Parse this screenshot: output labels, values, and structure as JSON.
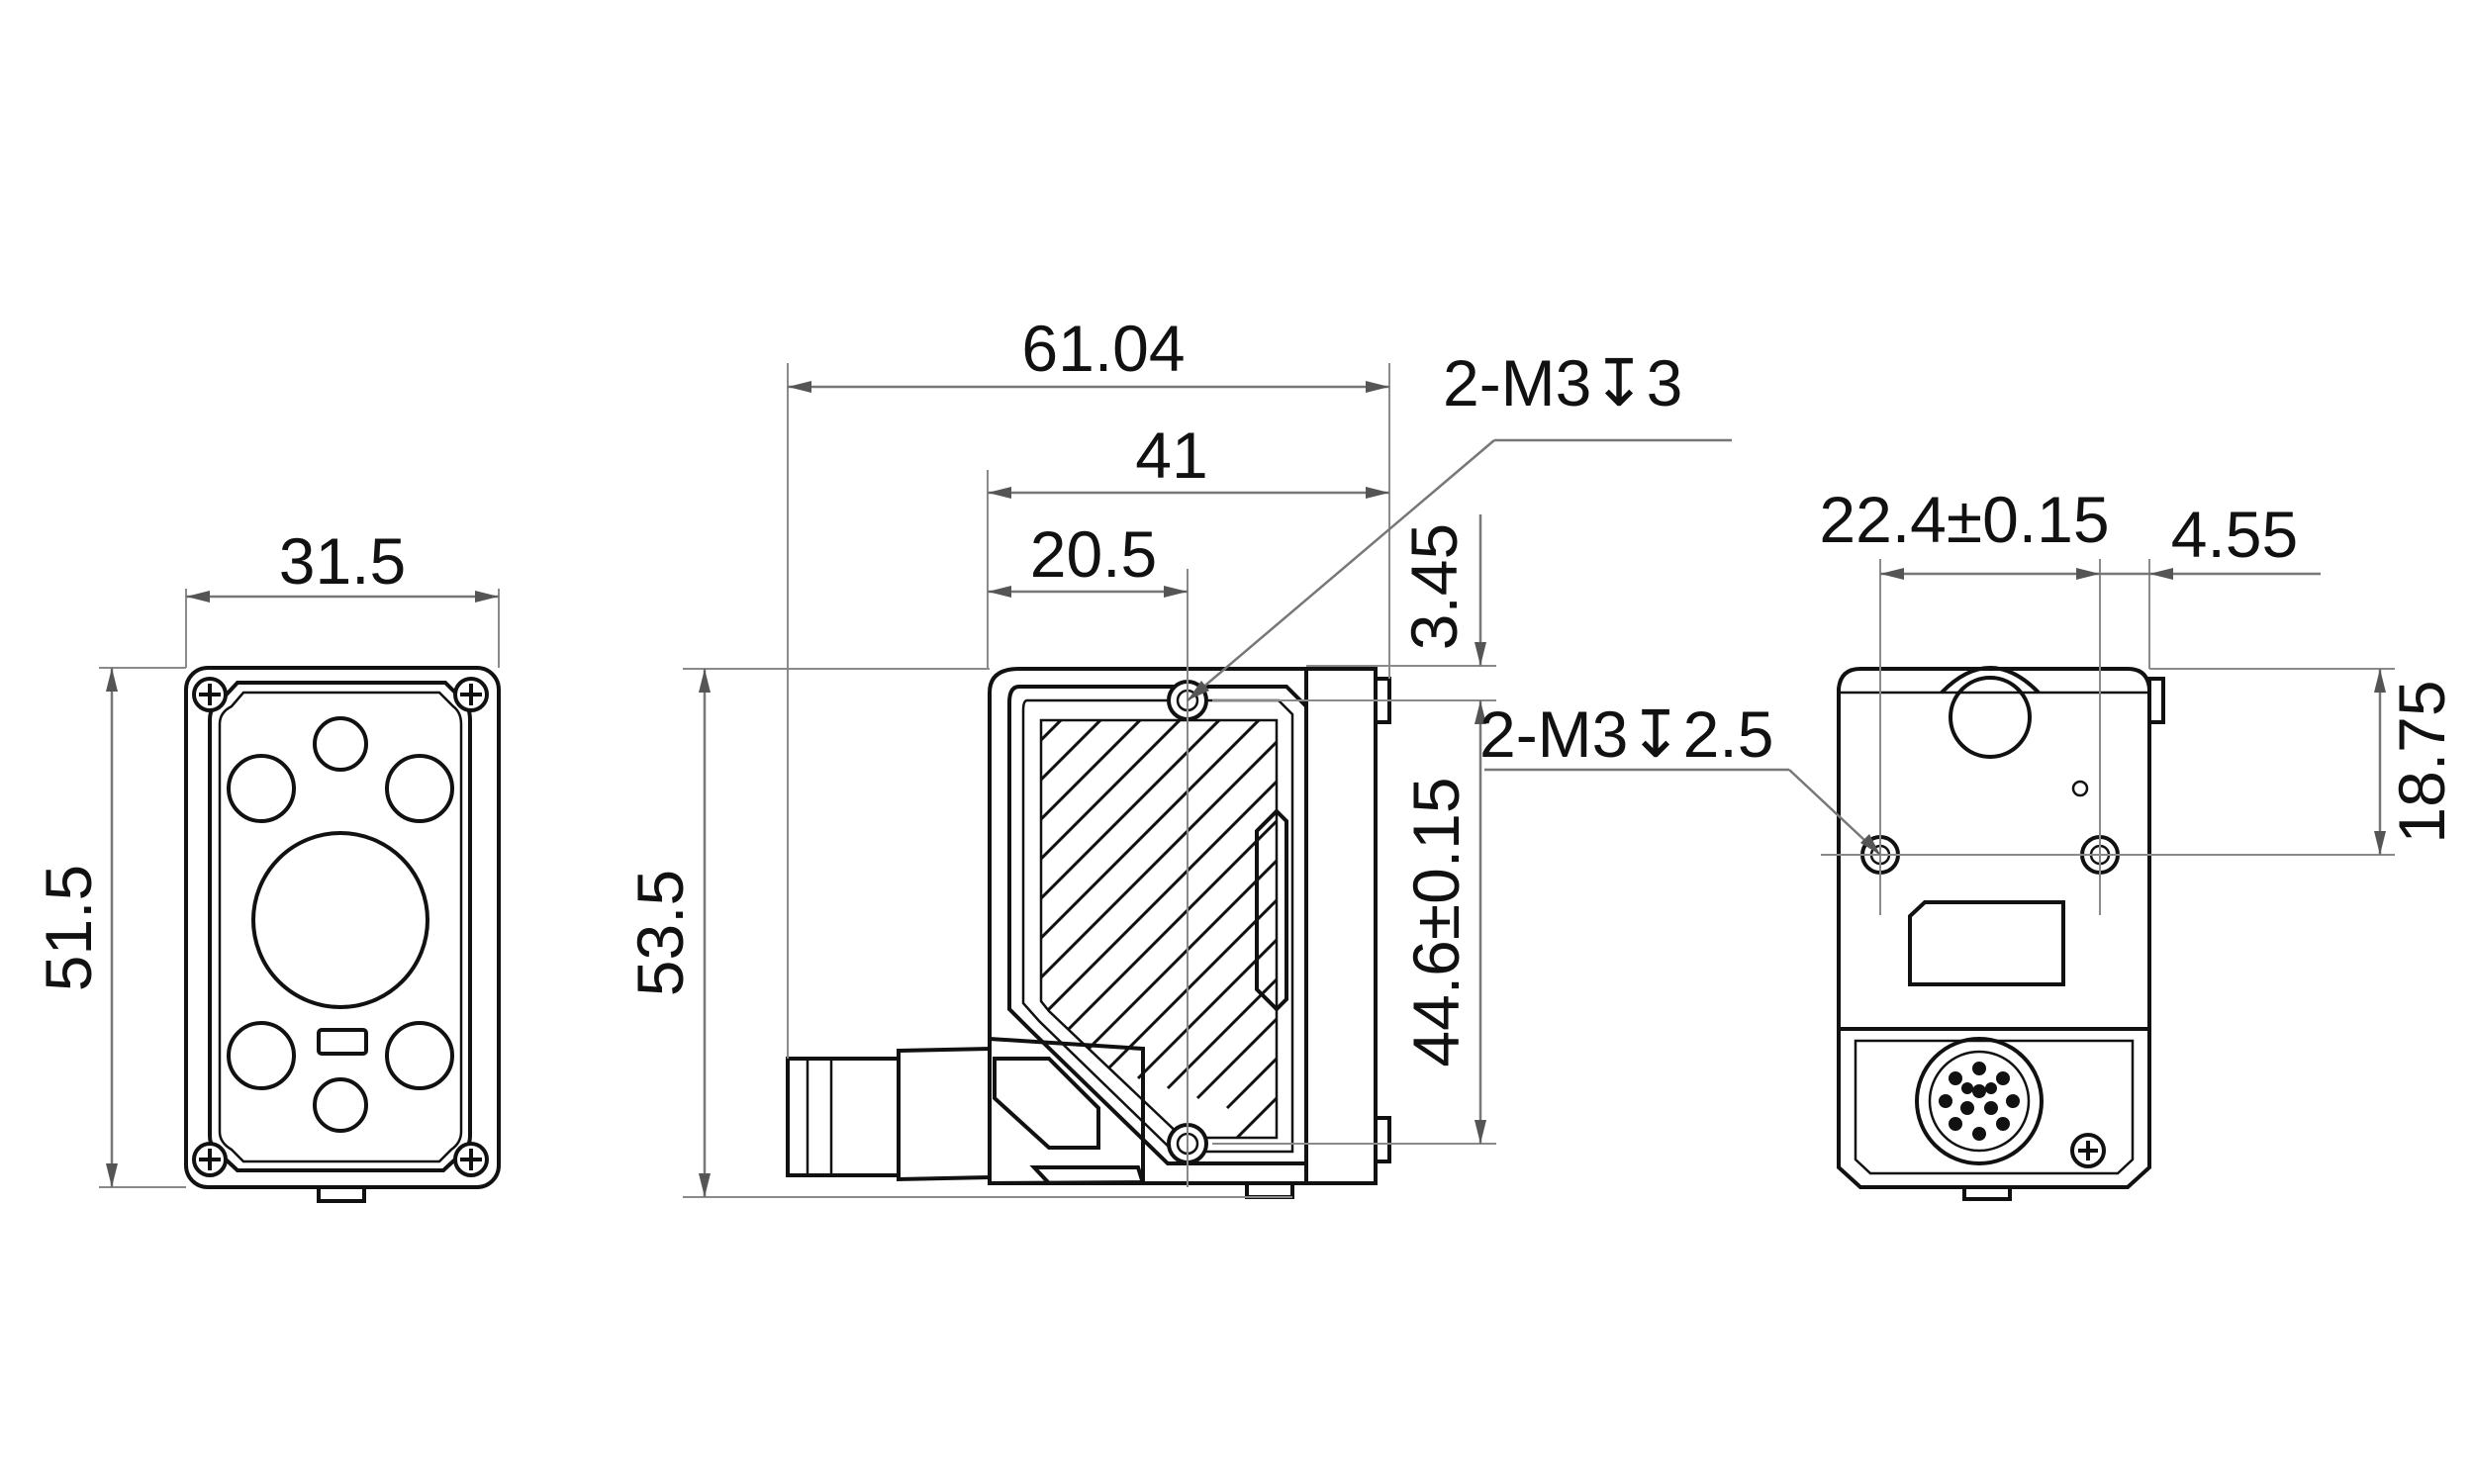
{
  "views": {
    "front": {
      "width": "31.5",
      "height": "51.5"
    },
    "side": {
      "overall_length": "61.04",
      "body_length": "41",
      "hole_offset": "20.5",
      "top_hole_offset": "3.45",
      "overall_height": "53.5",
      "hole_spacing": "44.6±0.15",
      "thread_callout": "2-M3↧3"
    },
    "back": {
      "hole_spacing": "22.4±0.15",
      "edge_offset": "4.55",
      "hole_height": "18.75",
      "thread_callout": "2-M3↧2.5"
    }
  }
}
